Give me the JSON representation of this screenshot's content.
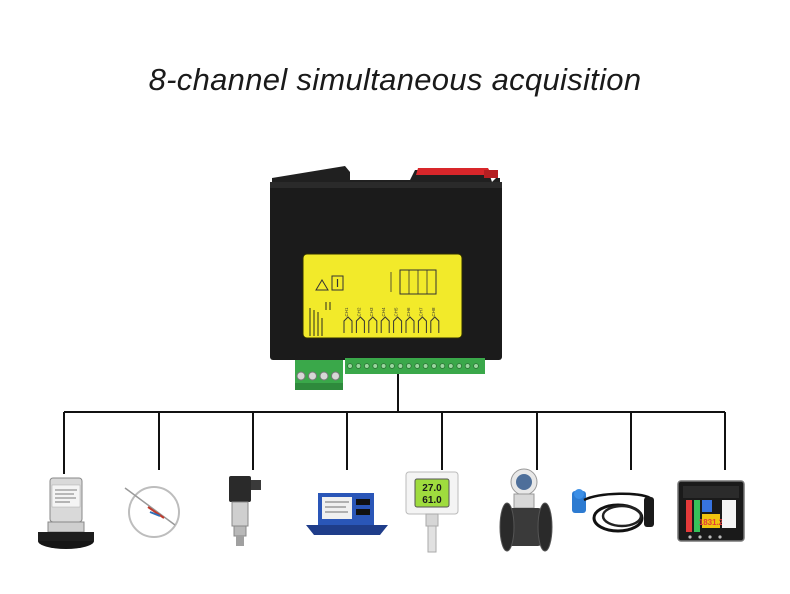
{
  "title": "8-channel simultaneous acquisition",
  "module": {
    "channel_labels": [
      "CH1",
      "CH2",
      "CH3",
      "CH4",
      "CH5",
      "CH6",
      "CH7",
      "CH8"
    ],
    "display_values": [
      "27.0",
      "61.0"
    ],
    "panel_value": "1831.2"
  },
  "colors": {
    "module_body": "#1b1b1b",
    "label_panel": "#f2ea2a",
    "terminal_green": "#3aa84a",
    "wire": "#111111",
    "red_tab": "#d8262a"
  }
}
